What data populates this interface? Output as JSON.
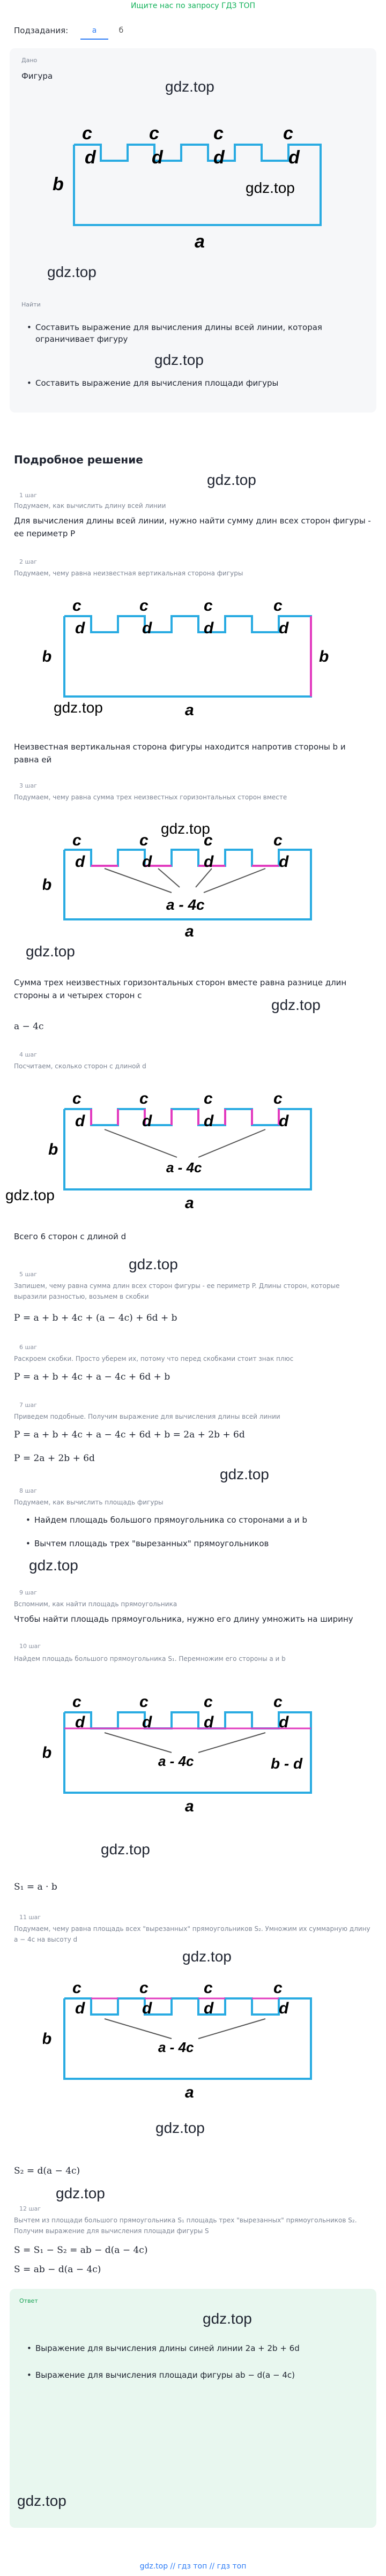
{
  "banner": "Ищите нас по запросу ГДЗ ТОП",
  "tabs": {
    "label": "Подзадания:",
    "items": [
      "а",
      "б"
    ]
  },
  "watermark": "gdz.top",
  "task": {
    "given_label": "Дано",
    "figure_label": "Фигура",
    "find_label": "Найти",
    "find_items": [
      "Составить выражение для вычисления длины всей линии, которая ограничивает фигуру",
      "Составить выражение для вычисления площади фигуры"
    ]
  },
  "solution_title": "Подробное решение",
  "letters": {
    "a": "a",
    "b": "b",
    "c": "c",
    "d": "d",
    "a4c": "a - 4c",
    "bd": "b - d"
  },
  "steps": {
    "s1": {
      "label": "1 шаг",
      "desc": "Подумаем, как вычислить длину всей линии",
      "text": "Для вычисления длины всей линии, нужно найти сумму длин всех сторон фигуры - ее периметр P"
    },
    "s2": {
      "label": "2 шаг",
      "desc": "Подумаем, чему равна неизвестная вертикальная сторона фигуры",
      "text": "Неизвестная вертикальная сторона фигуры находится напротив стороны b и равна ей"
    },
    "s3": {
      "label": "3 шаг",
      "desc": "Подумаем, чему равна сумма трех неизвестных горизонтальных сторон вместе",
      "text": "Сумма трех неизвестных горизонтальных сторон вместе равна разнице длин стороны a и четырех сторон c",
      "formula": "a − 4c"
    },
    "s4": {
      "label": "4 шаг",
      "desc": "Посчитаем, сколько сторон с длиной d",
      "text": "Всего 6 сторон с длиной d"
    },
    "s5": {
      "label": "5 шаг",
      "desc": "Запишем, чему равна сумма длин всех сторон фигуры - ее периметр P. Длины сторон, которые выразили разностью, возьмем в скобки",
      "formula": "P = a + b + 4c + (a − 4c) + 6d + b"
    },
    "s6": {
      "label": "6 шаг",
      "desc": "Раскроем скобки. Просто уберем их, потому что перед скобками стоит знак плюс",
      "formula": "P = a + b + 4c + a − 4c + 6d + b"
    },
    "s7": {
      "label": "7 шаг",
      "desc": "Приведем подобные. Получим выражение для вычисления длины всей линии",
      "formula1": "P = a + b + 4c + a − 4c + 6d + b = 2a + 2b + 6d",
      "formula2": "P = 2a + 2b + 6d"
    },
    "s8": {
      "label": "8 шаг",
      "desc": "Подумаем, как вычислить площадь фигуры",
      "bullets": [
        "Найдем площадь большого прямоугольника со сторонами a и b",
        "Вычтем площадь трех \"вырезанных\" прямоугольников"
      ]
    },
    "s9": {
      "label": "9 шаг",
      "desc": "Вспомним, как найти площадь прямоугольника",
      "text": "Чтобы найти площадь прямоугольника, нужно его длину умножить на ширину"
    },
    "s10": {
      "label": "10 шаг",
      "desc": "Найдем площадь большого прямоугольника S₁. Перемножим его стороны a и b",
      "formula": "S₁ = a · b"
    },
    "s11": {
      "label": "11 шаг",
      "desc": "Подумаем, чему равна площадь всех \"вырезанных\" прямоугольников S₂. Умножим их суммарную длину a − 4c на высоту d",
      "formula": "S₂ = d(a − 4c)"
    },
    "s12": {
      "label": "12 шаг",
      "desc": "Вычтем из площади большого прямоугольника S₁ площадь трех \"вырезанных\" прямоугольников S₂. Получим выражение для вычисления площади фигуры S",
      "formula1": "S = S₁ − S₂ = ab − d(a − 4c)",
      "formula2": "S = ab − d(a − 4c)"
    }
  },
  "answer": {
    "label": "Ответ",
    "items": [
      "Выражение для вычисления длины синей линии 2a + 2b + 6d",
      "Выражение для вычисления площади фигуры ab − d(a − 4c)"
    ]
  },
  "footer": "gdz.top // гдз топ // гдз топ",
  "colors": {
    "line": "#29abe2",
    "accent": "#e23bbf",
    "tab": "#2d7cf6",
    "banner": "#12b25a"
  }
}
